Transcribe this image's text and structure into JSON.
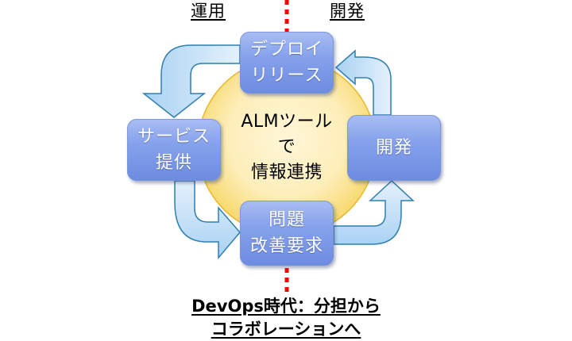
{
  "headers": {
    "left": "運用",
    "right": "開発"
  },
  "center": {
    "line1": "ALMツール",
    "line2": "で",
    "line3": "情報連携"
  },
  "boxes": {
    "deploy": {
      "line1": "デプロイ",
      "line2": "リリース"
    },
    "service": {
      "line1": "サービス",
      "line2": "提供"
    },
    "development": {
      "line1": "開発"
    },
    "problem": {
      "line1": "問題",
      "line2": "改善要求"
    }
  },
  "footer": {
    "line1": "DevOps時代：分担から",
    "line2": "コラボレーションへ"
  },
  "colors": {
    "divider": "#ff0000",
    "circle_fill": "#fce8a2",
    "circle_stroke": "#e8b82a",
    "arrow_fill": "#c6e1f8",
    "arrow_stroke": "#2f7fb0",
    "box_fill": "#86a2ec"
  }
}
